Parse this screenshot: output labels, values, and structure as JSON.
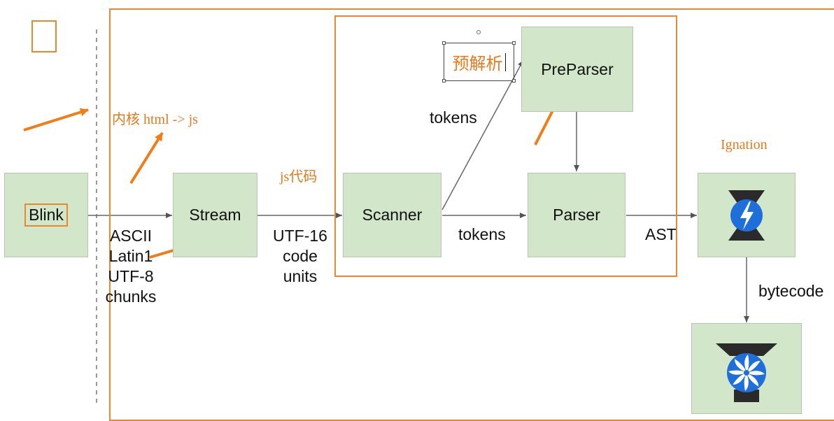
{
  "nodes": {
    "blink": "Blink",
    "stream": "Stream",
    "scanner": "Scanner",
    "preparser": "PreParser",
    "parser": "Parser"
  },
  "edge_labels": {
    "encodings": [
      "ASCII",
      "Latin1",
      "UTF-8",
      "chunks"
    ],
    "utf16": [
      "UTF-16",
      "code",
      "units"
    ],
    "tokens_upper": "tokens",
    "tokens_lower": "tokens",
    "ast": "AST",
    "bytecode": "bytecode"
  },
  "annotations": {
    "kernel": "内核 html -> js",
    "js_code": "js代码",
    "preparse": "预解析",
    "ignition": "Ignation"
  },
  "icons": {
    "ignition": "ignition-lightning-icon",
    "turbofan": "turbofan-fan-icon"
  },
  "colors": {
    "box_fill": "#d2e6c9",
    "annotation": "#e47a1e",
    "icon_blue": "#1e6fd9"
  }
}
